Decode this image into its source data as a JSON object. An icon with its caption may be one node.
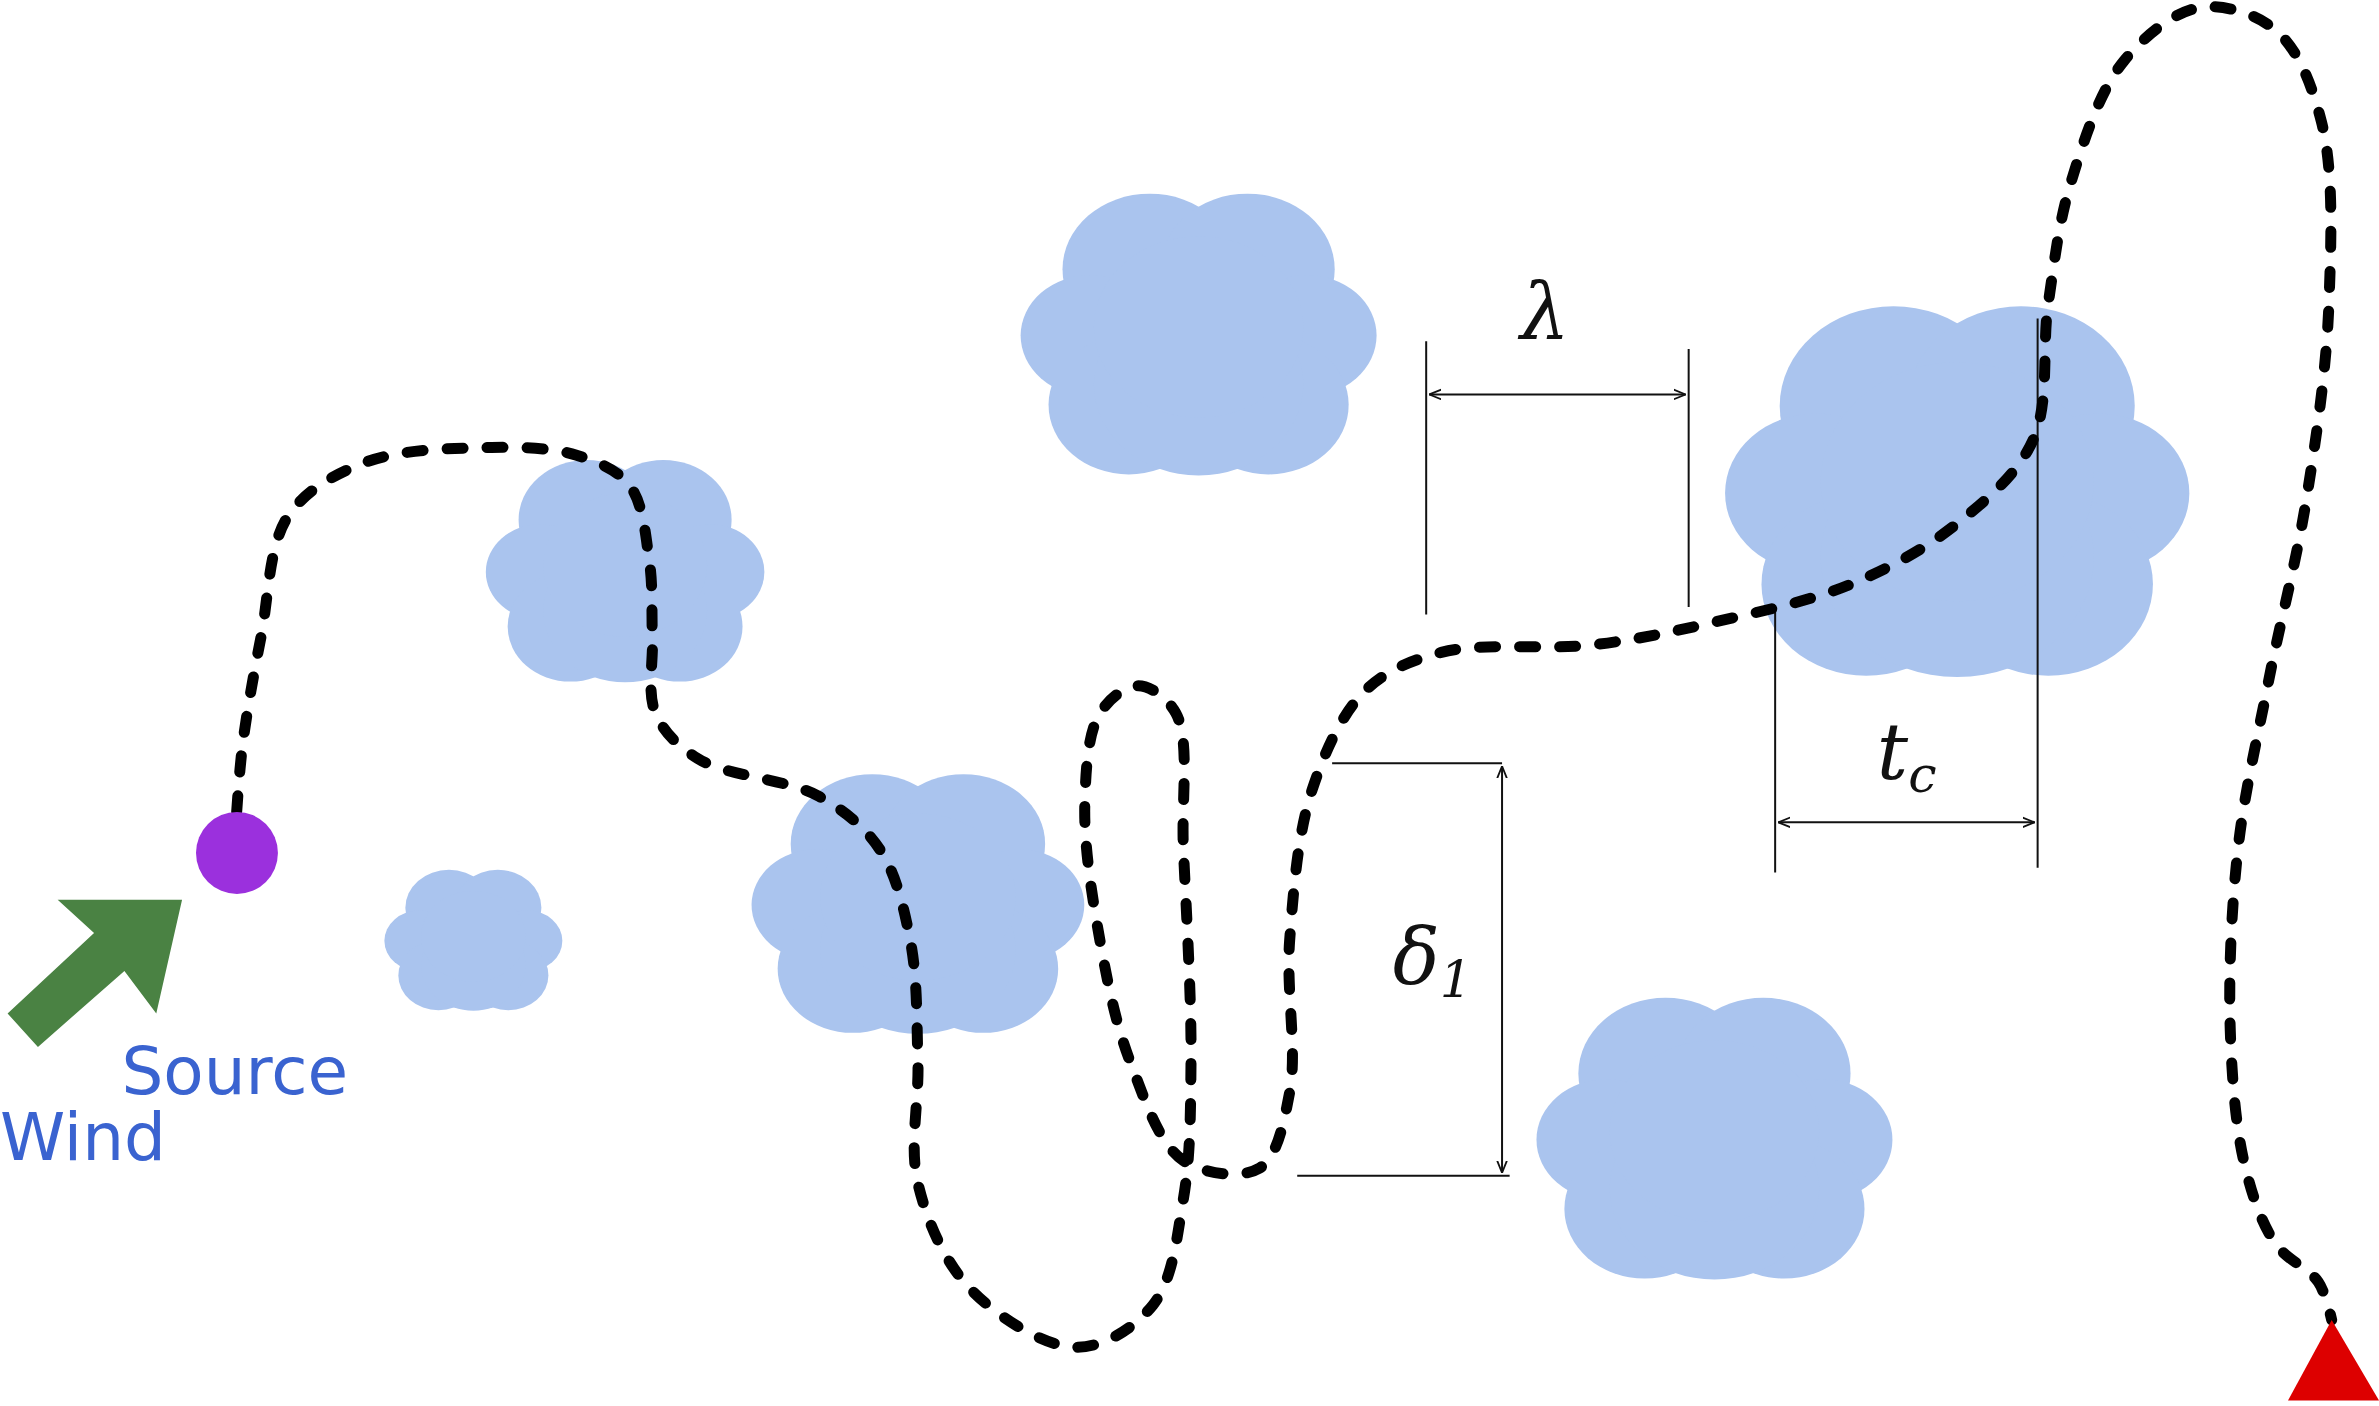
{
  "diagram": {
    "nodes": [
      {
        "text": [],
        "shape": "circle"
      },
      {
        "text": [],
        "shape": "triangle"
      }
    ],
    "edges": [
      {
        "from": 0,
        "to": 1,
        "arrow": "none",
        "style": "dashed"
      }
    ],
    "labels": [
      "λ",
      "Wind",
      "t$_{c}$",
      "δ$_{1}$",
      "Source"
    ]
  }
}
